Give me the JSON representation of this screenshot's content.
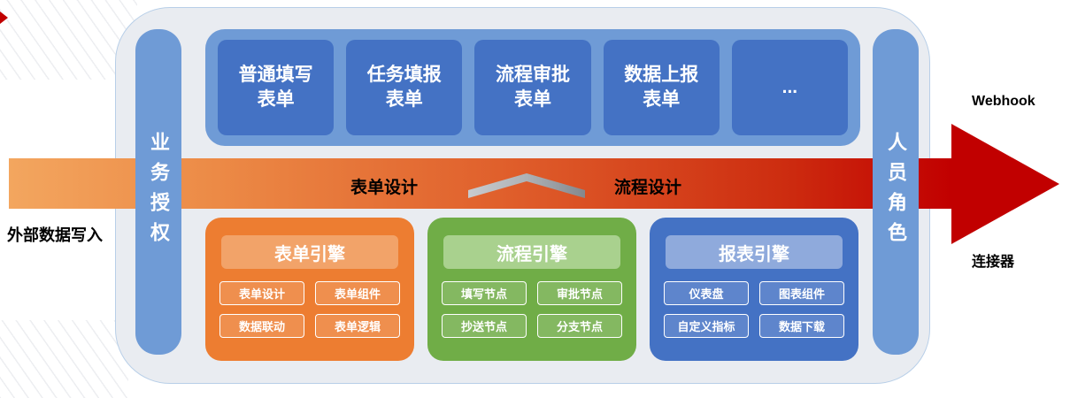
{
  "colors": {
    "container_bg": "#e9ecf1",
    "container_border": "#b8cfe8",
    "bar_blue": "#6f9bd6",
    "panel_blue": "#6f9bd6",
    "box_blue": "#4472c4",
    "band_end": "#c10000",
    "engine_orange": "#ed7d31",
    "engine_orange_header": "#f2a369",
    "engine_green": "#70ad47",
    "engine_green_header": "#a9d18e",
    "engine_blue": "#4472c4",
    "engine_blue_header": "#8faadc"
  },
  "left_bar": {
    "label": "业务授权"
  },
  "right_bar": {
    "label": "人员角色"
  },
  "form_types": {
    "items": [
      {
        "label": "普通填写表单"
      },
      {
        "label": "任务填报表单"
      },
      {
        "label": "流程审批表单"
      },
      {
        "label": "数据上报表单"
      },
      {
        "label": "..."
      }
    ]
  },
  "flow_band": {
    "left_label": "表单设计",
    "right_label": "流程设计",
    "external_in": "外部数据写入",
    "webhook": "Webhook",
    "connector": "连接器"
  },
  "engines": [
    {
      "title": "表单引擎",
      "items": [
        "表单设计",
        "表单组件",
        "数据联动",
        "表单逻辑"
      ]
    },
    {
      "title": "流程引擎",
      "items": [
        "填写节点",
        "审批节点",
        "抄送节点",
        "分支节点"
      ]
    },
    {
      "title": "报表引擎",
      "items": [
        "仪表盘",
        "图表组件",
        "自定义指标",
        "数据下载"
      ]
    }
  ]
}
